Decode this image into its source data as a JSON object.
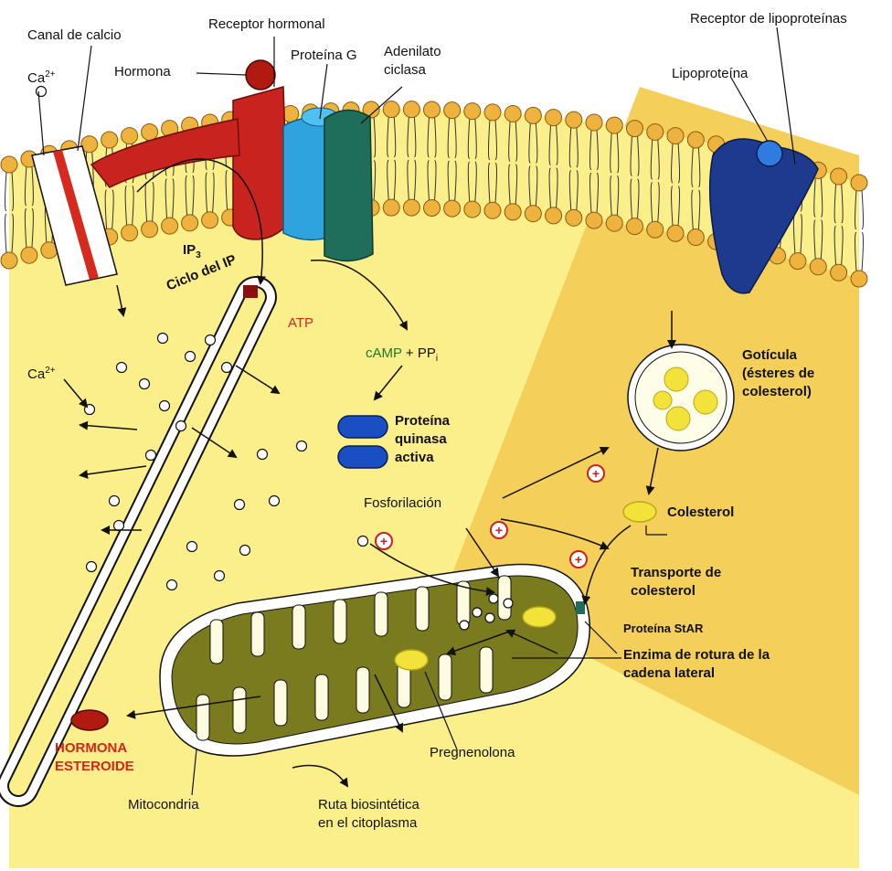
{
  "labels": {
    "calcium_channel": "Canal de calcio",
    "ca_top": "Ca",
    "ca_top_sup": "2+",
    "hormone_receptor": "Receptor hormonal",
    "hormone": "Hormona",
    "g_protein": "Proteína G",
    "adenylate_cyclase_1": "Adenilato",
    "adenylate_cyclase_2": "ciclasa",
    "lipoprotein_receptor": "Receptor de lipoproteínas",
    "lipoprotein": "Lipoproteína",
    "ip3": "IP",
    "ip3_sub": "3",
    "ip_cycle": "Ciclo del IP",
    "atp": "ATP",
    "camp": "cAMP",
    "ppi": "+ PP",
    "ppi_sub": "i",
    "ca_mid": "Ca",
    "ca_mid_sup": "2+",
    "pk_1": "Proteína",
    "pk_2": "quinasa",
    "pk_3": "activa",
    "droplet_1": "Gotícula",
    "droplet_2": "(ésteres de",
    "droplet_3": "colesterol)",
    "cholesterol": "Colesterol",
    "phosphorylation": "Fosforilación",
    "transport_1": "Transporte de",
    "transport_2": "colesterol",
    "star": "Proteína StAR",
    "scc_1": "Enzima de rotura de la",
    "scc_2": "cadena lateral",
    "pregnenolone": "Pregnenolona",
    "steroid_1": "HORMONA",
    "steroid_2": "ESTEROIDE",
    "mitochondria": "Mitocondria",
    "route_1": "Ruta biosintética",
    "route_2": "en el citoplasma",
    "plus_sign": "+"
  },
  "colors": {
    "cytoplasm": "#fbef8c",
    "right_panel": "#f4cf5a",
    "lipid_head": "#eeb23e",
    "receptor": "#c8231e",
    "g_protein": "#2fa3dd",
    "adenylate_cyclase": "#1f6e5c",
    "lipo_receptor": "#1d3a8e",
    "protein_kinase": "#1a4fc4",
    "mitochondria": "#7a7a1f",
    "droplet": "#f2e23a",
    "steroid": "#b01a10",
    "label_red": "#d6261b",
    "label_green": "#1d7a2b"
  }
}
